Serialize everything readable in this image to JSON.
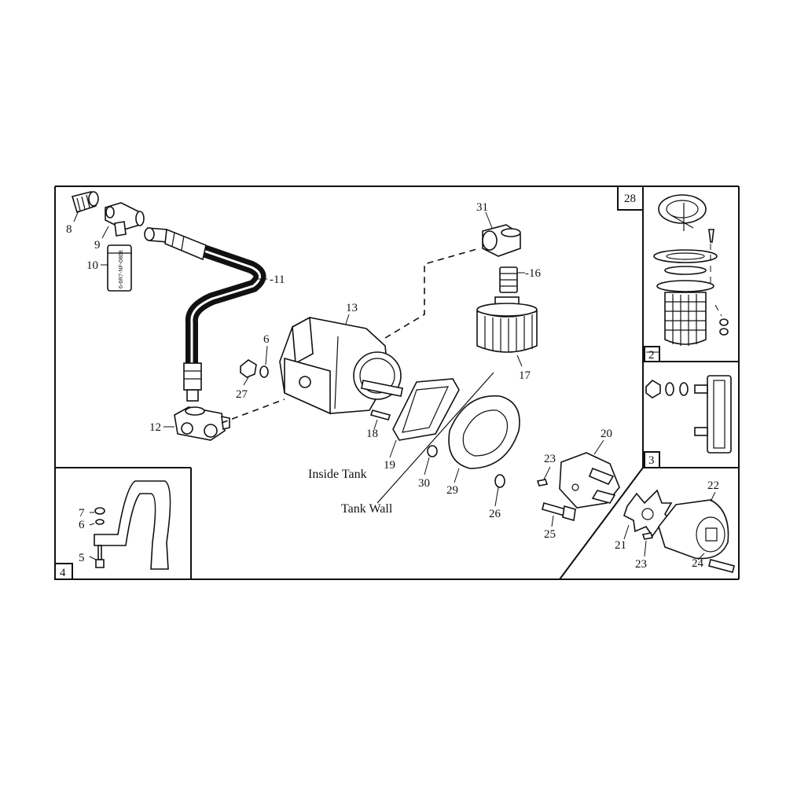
{
  "labels": {
    "p2": "2",
    "p3": "3",
    "p4": "4",
    "p5": "5",
    "p6a": "6",
    "p6b": "6",
    "p7": "7",
    "p8": "8",
    "p9": "9",
    "p10": "10",
    "p11": "-11",
    "p12": "12",
    "p13": "13",
    "p16": "-16",
    "p17": "17",
    "p18": "18",
    "p19": "19",
    "p20": "20",
    "p21": "21",
    "p22": "22",
    "p23a": "23",
    "p23b": "23",
    "p24": "24",
    "p25": "25",
    "p26": "26",
    "p27": "27",
    "p28": "28",
    "p29": "29",
    "p30": "30",
    "p31": "31"
  },
  "annotations": {
    "inside_tank": "Inside Tank",
    "tank_wall": "Tank Wall"
  },
  "fitting_marking": "6-6R7-NF-0808"
}
